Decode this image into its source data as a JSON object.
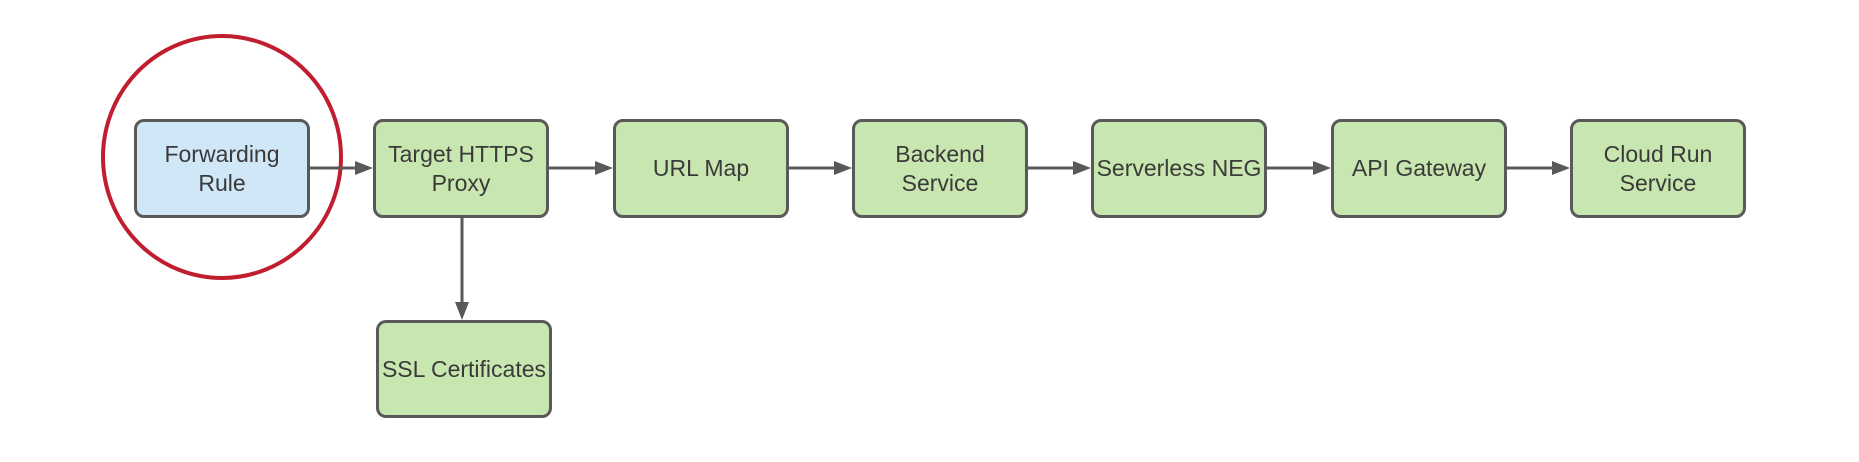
{
  "diagram": {
    "type": "flowchart",
    "background": "#ffffff",
    "nodes": [
      {
        "id": "forwarding-rule",
        "label": "Forwarding Rule",
        "fill": "#cfe7f7",
        "border": "#595959",
        "highlighted": true
      },
      {
        "id": "target-https-proxy",
        "label": "Target HTTPS Proxy",
        "fill": "#c8e6af",
        "border": "#595959",
        "highlighted": false
      },
      {
        "id": "url-map",
        "label": "URL Map",
        "fill": "#c8e6af",
        "border": "#595959",
        "highlighted": false
      },
      {
        "id": "backend-service",
        "label": "Backend Service",
        "fill": "#c8e6af",
        "border": "#595959",
        "highlighted": false
      },
      {
        "id": "serverless-neg",
        "label": "Serverless NEG",
        "fill": "#c8e6af",
        "border": "#595959",
        "highlighted": false
      },
      {
        "id": "api-gateway",
        "label": "API Gateway",
        "fill": "#c8e6af",
        "border": "#595959",
        "highlighted": false
      },
      {
        "id": "cloud-run-service",
        "label": "Cloud Run Service",
        "fill": "#c8e6af",
        "border": "#595959",
        "highlighted": false
      },
      {
        "id": "ssl-certificates",
        "label": "SSL Certificates",
        "fill": "#c8e6af",
        "border": "#595959",
        "highlighted": false
      }
    ],
    "edges": [
      {
        "from": "forwarding-rule",
        "to": "target-https-proxy"
      },
      {
        "from": "target-https-proxy",
        "to": "url-map"
      },
      {
        "from": "url-map",
        "to": "backend-service"
      },
      {
        "from": "backend-service",
        "to": "serverless-neg"
      },
      {
        "from": "serverless-neg",
        "to": "api-gateway"
      },
      {
        "from": "api-gateway",
        "to": "cloud-run-service"
      },
      {
        "from": "target-https-proxy",
        "to": "ssl-certificates"
      }
    ],
    "annotations": [
      {
        "type": "ellipse-highlight",
        "around": "forwarding-rule",
        "color": "#c01e2e"
      }
    ],
    "colors": {
      "arrow": "#595959",
      "text": "#3a3a3a",
      "highlight_red": "#c01e2e",
      "node_green": "#c8e6af",
      "node_blue": "#cfe7f7",
      "node_border": "#595959"
    }
  }
}
